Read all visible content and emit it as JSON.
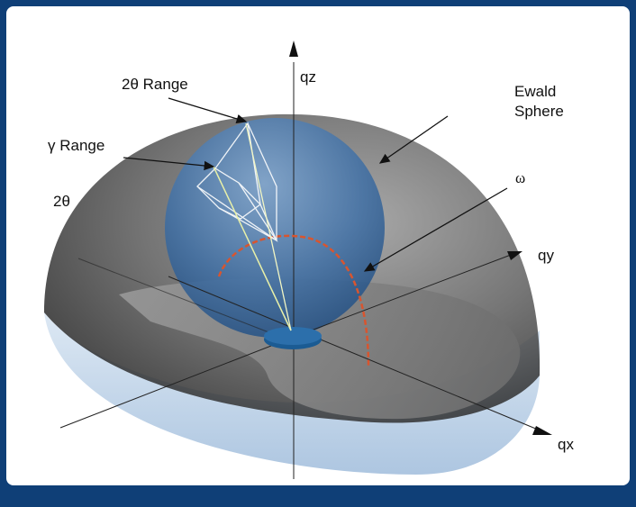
{
  "labels": {
    "qz": "qz",
    "qy": "qy",
    "qx": "qx",
    "two_theta_range": "2θ Range",
    "gamma_range": "γ Range",
    "two_theta": "2θ",
    "ewald_line1": "Ewald",
    "ewald_line2": "Sphere",
    "omega": "ω"
  },
  "colors": {
    "frame": "#0f3f77",
    "panel": "#ffffff",
    "outer_dome": "#3a3a3a",
    "ewald_sphere": "#2f5f95",
    "base_disc": "#b8cfe6",
    "omega_arc": "#d8552f",
    "sample": "#1b5b93"
  }
}
